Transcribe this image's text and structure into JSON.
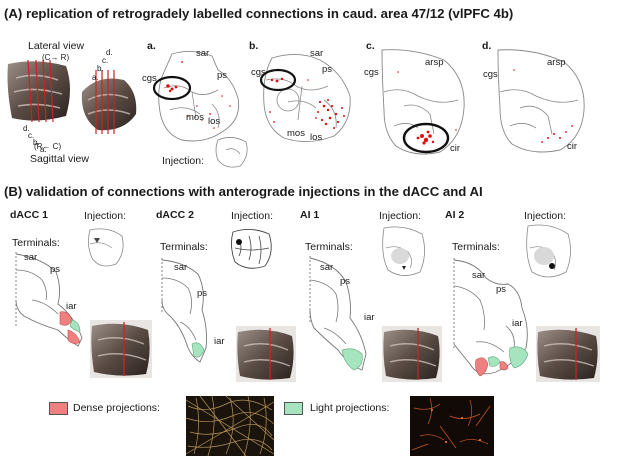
{
  "panel_a": {
    "title": "(A) replication of retrogradely labelled connections in caud. area 47/12 (vlPFC 4b)",
    "lateral_view": "Lateral view",
    "lateral_dir": "(C→ R)",
    "sagittal_view": "Sagittal view",
    "sagittal_dir": "(R← C)",
    "line_letters": [
      "d.",
      "c.",
      "b.",
      "a."
    ],
    "sections": [
      {
        "letter": "a.",
        "labels": [
          "sar",
          "ps",
          "cgs",
          "mos",
          "los"
        ]
      },
      {
        "letter": "b.",
        "labels": [
          "sar",
          "ps",
          "cgs",
          "mos",
          "los"
        ]
      },
      {
        "letter": "c.",
        "labels": [
          "arsp",
          "cgs",
          "cir"
        ]
      },
      {
        "letter": "d.",
        "labels": [
          "arsp",
          "cgs",
          "cir"
        ]
      }
    ],
    "injection_label": "Injection:"
  },
  "panel_b": {
    "title": "(B) validation of connections with anterograde injections in the dACC and AI",
    "cases": [
      {
        "name": "dACC 1",
        "injection": "Injection:",
        "terminals": "Terminals:",
        "labels": [
          "sar",
          "ps",
          "iar"
        ]
      },
      {
        "name": "dACC 2",
        "injection": "Injection:",
        "terminals": "Terminals:",
        "labels": [
          "sar",
          "ps",
          "iar"
        ]
      },
      {
        "name": "AI 1",
        "injection": "Injection:",
        "terminals": "Terminals:",
        "labels": [
          "sar",
          "ps",
          "iar"
        ]
      },
      {
        "name": "AI 2",
        "injection": "Injection:",
        "terminals": "Terminals:",
        "labels": [
          "sar",
          "ps",
          "iar"
        ]
      }
    ]
  },
  "legend": {
    "dense": "Dense projections:",
    "light": "Light projections:"
  },
  "colors": {
    "dense": "#f08080",
    "light": "#a6e3bf",
    "label_red": "#e01010",
    "slice_line": "#cc2222"
  }
}
